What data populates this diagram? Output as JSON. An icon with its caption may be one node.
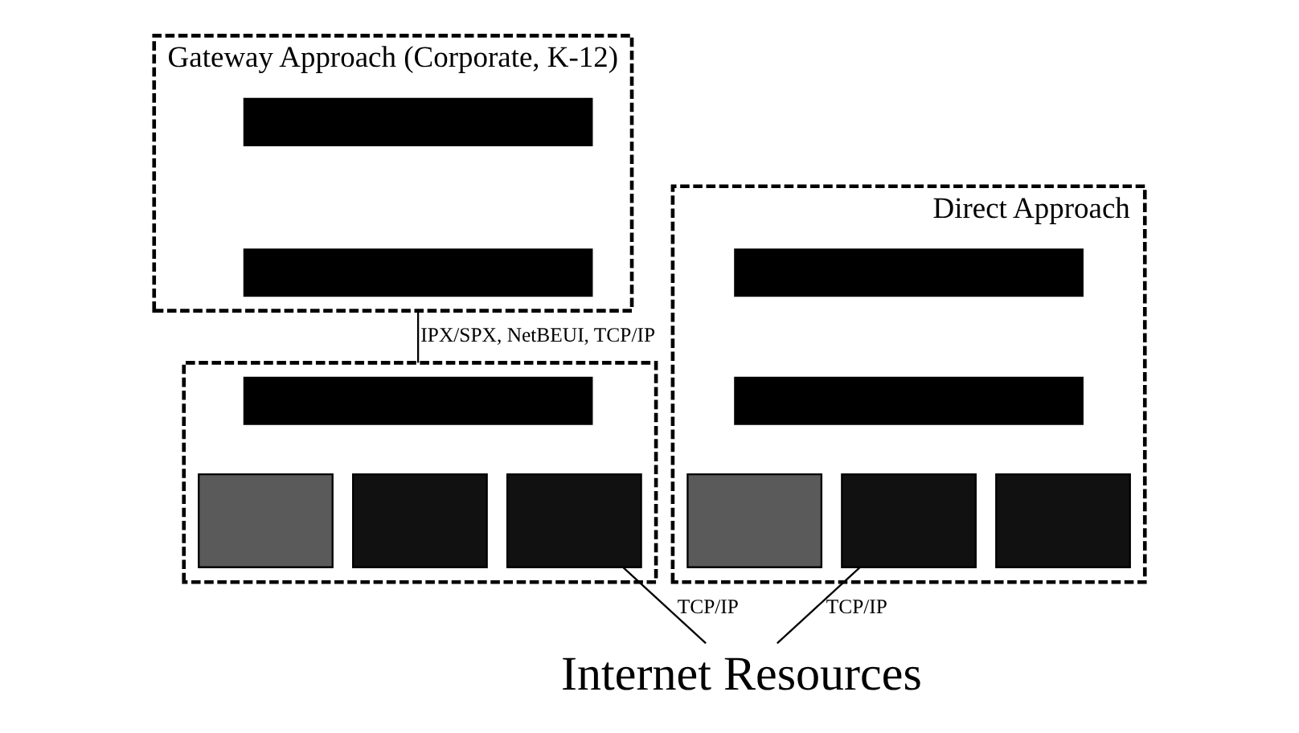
{
  "diagram": {
    "nodes": [
      {
        "text": [
          "Gateway Approach (Corporate, K-12)"
        ]
      },
      {
        "text": [],
        "shape": "bar",
        "in": 0
      },
      {
        "text": [],
        "shape": "bar",
        "in": 0
      },
      {
        "text": [],
        "shape": "box"
      },
      {
        "text": [],
        "shape": "bar",
        "in": 3
      },
      {
        "text": [],
        "shape": "box",
        "in": 3
      },
      {
        "text": [],
        "shape": "box",
        "in": 3
      },
      {
        "text": [],
        "shape": "box",
        "in": 3
      },
      {
        "text": [
          "Direct Approach"
        ]
      },
      {
        "text": [],
        "shape": "bar",
        "in": 8
      },
      {
        "text": [],
        "shape": "bar",
        "in": 8
      },
      {
        "text": [],
        "shape": "box",
        "in": 8
      },
      {
        "text": [],
        "shape": "box",
        "in": 8
      },
      {
        "text": [],
        "shape": "box",
        "in": 8
      },
      {
        "text": [
          "Internet Resources"
        ]
      }
    ],
    "edges": [
      {
        "from": 0,
        "to": 3,
        "arrow": "none",
        "label": "IPX/SPX, NetBEUI, TCP/IP"
      },
      {
        "from": 7,
        "to": 14,
        "arrow": "none",
        "label": "TCP/IP"
      },
      {
        "from": 12,
        "to": 14,
        "arrow": "none",
        "label": "TCP/IP"
      }
    ]
  }
}
